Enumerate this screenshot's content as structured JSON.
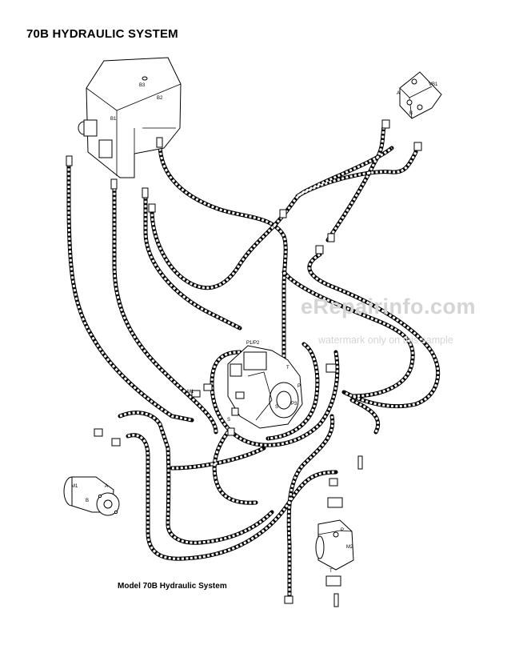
{
  "title": "70B HYDRAULIC SYSTEM",
  "caption": "Model 70B Hydraulic System",
  "watermark": {
    "main": "eRepairinfo.com",
    "sub": "watermark only on this sample"
  },
  "labels": {
    "b3": "B3",
    "b2": "B2",
    "b1": "B1",
    "vb1": "VB1",
    "a_valve": "A",
    "b_valve": "B",
    "p1p2": "P1/P2",
    "t_pump": "T",
    "p_pump": "P",
    "p3": "P3",
    "s_pump": "S",
    "s_fitting": "S",
    "m1_fitting": "M1",
    "m1": "M1",
    "a_m1": "A",
    "b_m1": "B",
    "m2": "M2",
    "p_m2": "P",
    "t_m2": "T"
  },
  "colors": {
    "line": "#000000",
    "background": "#ffffff",
    "watermark": "#d4d4d4"
  }
}
